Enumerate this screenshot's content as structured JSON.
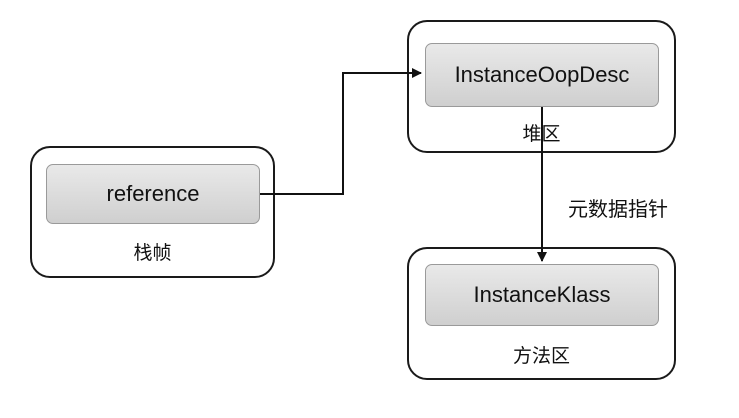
{
  "stack": {
    "caption": "栈帧",
    "node": "reference"
  },
  "heap": {
    "caption": "堆区",
    "node": "InstanceOopDesc"
  },
  "method_area": {
    "caption": "方法区",
    "node": "InstanceKlass"
  },
  "edges": [
    {
      "from": "reference",
      "to": "InstanceOopDesc",
      "label": ""
    },
    {
      "from": "InstanceOopDesc",
      "to": "InstanceKlass",
      "label": "元数据指针"
    }
  ]
}
